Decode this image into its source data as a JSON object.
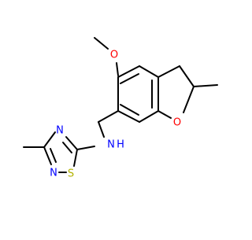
{
  "molecule": {
    "atoms": {
      "methoxy_oxygen": "O",
      "ring_oxygen": "O",
      "amine": "N",
      "amine_hydrogen": "H",
      "thiadiazole_n4": "N",
      "thiadiazole_n2": "N",
      "thiadiazole_sulfur": "S"
    },
    "colors": {
      "bond": "#000000",
      "oxygen": "#ff0000",
      "nitrogen": "#0000ff",
      "sulfur": "#b2b200"
    }
  }
}
